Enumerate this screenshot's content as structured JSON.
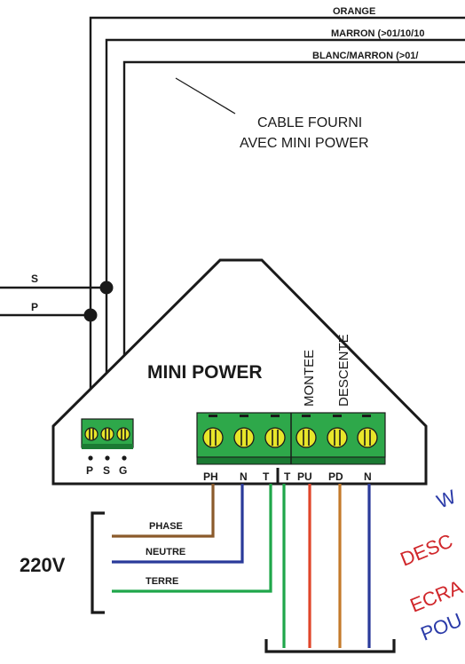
{
  "cable_labels": {
    "orange": "ORANGE",
    "marron": "MARRON (>01/10/10",
    "blanc_marron": "BLANC/MARRON (>01/"
  },
  "cable_note": {
    "line1": "CABLE  FOURNI",
    "line2": "AVEC MINI POWER"
  },
  "inputs": {
    "s": "S",
    "p": "P"
  },
  "module": {
    "title": "MINI POWER",
    "montee": "MONTEE",
    "descente": "DESCENTE",
    "left_terminals": [
      "P",
      "S",
      "G"
    ],
    "right_terminals": [
      "PH",
      "N",
      "T",
      "T",
      "PU",
      "PD",
      "N"
    ]
  },
  "mains": {
    "voltage": "220V",
    "phase": "PHASE",
    "neutre": "NEUTRE",
    "terre": "TERRE"
  },
  "colors": {
    "outline": "#1a1a1a",
    "terminal_green": "#2ea84a",
    "terminal_dark": "#1b7a33",
    "screw": "#e8e62a",
    "brown": "#8b5a2b",
    "blue": "#2a3a9a",
    "green": "#1fa64a",
    "red": "#e0452a",
    "orange": "#c47a2a",
    "note_red": "#d0262a",
    "note_blue": "#2a3aa8"
  }
}
